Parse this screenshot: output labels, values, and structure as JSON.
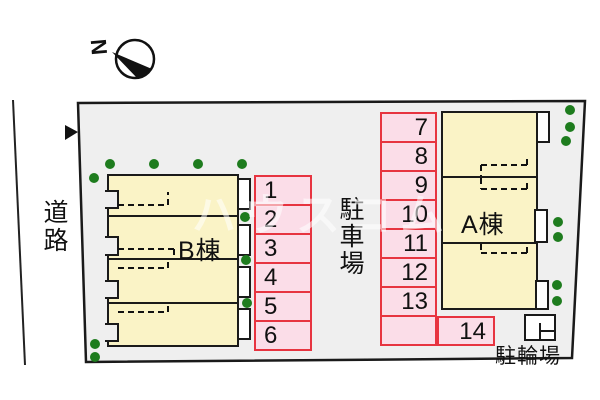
{
  "compass": {
    "label": "N"
  },
  "watermark": "ハウスコム",
  "labels": {
    "road": "道路",
    "parking_lot": "駐車場",
    "bicycle_parking": "駐輪場",
    "building_a": "A棟",
    "building_b": "B棟"
  },
  "parking": {
    "left_column_spaces": [
      "1",
      "2",
      "3",
      "4",
      "5",
      "6"
    ],
    "right_column_spaces": [
      "7",
      "8",
      "9",
      "10",
      "11",
      "12",
      "13",
      ""
    ],
    "bottom_space": "14"
  },
  "colors": {
    "site_fill": "#efefef",
    "building_fill": "#faf3c6",
    "parking_space_fill": "#fbdde8",
    "parking_space_border": "#e73440",
    "tree_green": "#1e7c1e",
    "outline_black": "#1a1a1a"
  }
}
